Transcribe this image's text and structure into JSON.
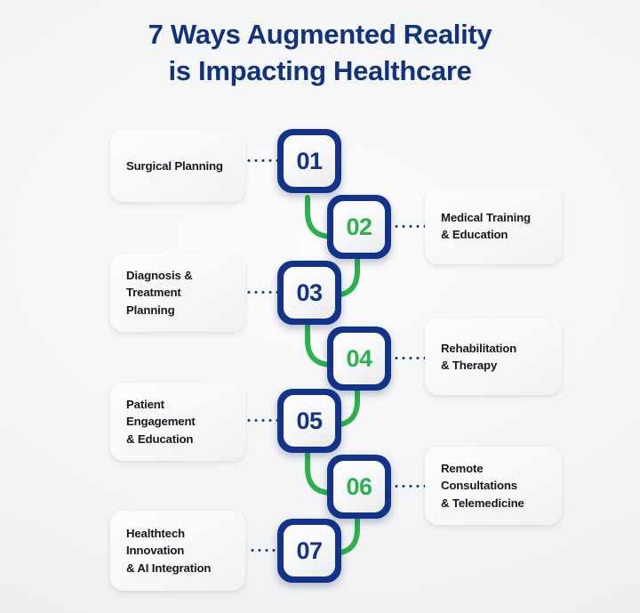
{
  "title": {
    "line1": "7 Ways Augmented Reality",
    "line2": "is Impacting Healthcare",
    "color": "#11337f"
  },
  "colors": {
    "navy": "#13328a",
    "green": "#2cb24d",
    "card_text": "#16181c",
    "background": "#f4f5f6",
    "dotted_connector": "#1b3a8f"
  },
  "steps": [
    {
      "number": "01",
      "label": "Surgical Planning",
      "side": "left",
      "number_color": "#13328a"
    },
    {
      "number": "02",
      "label": "Medical Training\n& Education",
      "side": "right",
      "number_color": "#2cb24d"
    },
    {
      "number": "03",
      "label": "Diagnosis &\nTreatment\nPlanning",
      "side": "left",
      "number_color": "#13328a"
    },
    {
      "number": "04",
      "label": "Rehabilitation\n& Therapy",
      "side": "right",
      "number_color": "#2cb24d"
    },
    {
      "number": "05",
      "label": "Patient\nEngagement\n& Education",
      "side": "left",
      "number_color": "#13328a"
    },
    {
      "number": "06",
      "label": "Remote\nConsultations\n& Telemedicine",
      "side": "right",
      "number_color": "#2cb24d"
    },
    {
      "number": "07",
      "label": "Healthtech\nInnovation\n& AI Integration",
      "side": "left",
      "number_color": "#13328a"
    }
  ]
}
